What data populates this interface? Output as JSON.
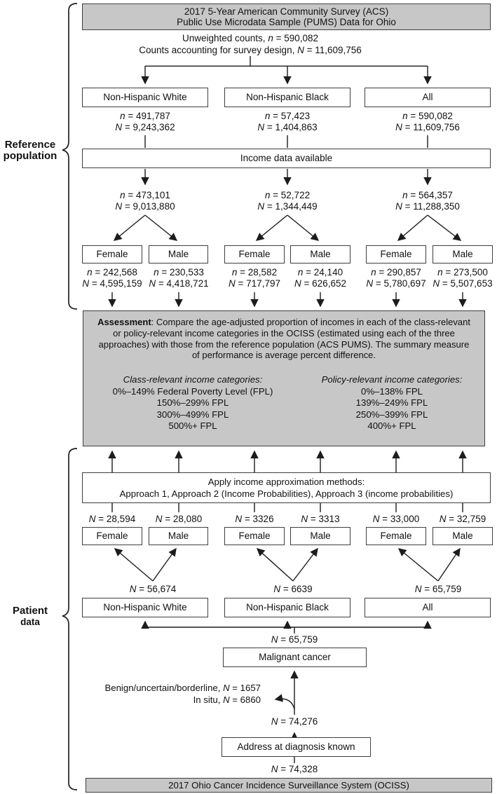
{
  "side_labels": {
    "reference_line1": "Reference",
    "reference_line2": "population",
    "patient_line1": "Patient",
    "patient_line2": "data"
  },
  "title_box": {
    "line1": "2017 5-Year American Community Survey (ACS)",
    "line2": "Public Use Microdata Sample (PUMS) Data for Ohio"
  },
  "counts": {
    "line1_text": "Unweighted counts, ",
    "line1_stat": "n = 590,082",
    "line2_text": "Counts accounting for survey design, ",
    "line2_stat": "N = 11,609,756"
  },
  "reference": {
    "income_box": "Income data available",
    "groups": [
      {
        "label": "Non-Hispanic White",
        "n": "n = 491,787",
        "N": "N = 9,243,362",
        "income_n": "n = 473,101",
        "income_N": "N = 9,013,880",
        "female": {
          "label": "Female",
          "n": "n = 242,568",
          "N": "N = 4,595,159"
        },
        "male": {
          "label": "Male",
          "n": "n = 230,533",
          "N": "N = 4,418,721"
        }
      },
      {
        "label": "Non-Hispanic Black",
        "n": "n = 57,423",
        "N": "N = 1,404,863",
        "income_n": "n = 52,722",
        "income_N": "N = 1,344,449",
        "female": {
          "label": "Female",
          "n": "n = 28,582",
          "N": "N = 717,797"
        },
        "male": {
          "label": "Male",
          "n": "n = 24,140",
          "N": "N = 626,652"
        }
      },
      {
        "label": "All",
        "n": "n = 590,082",
        "N": "N = 11,609,756",
        "income_n": "n = 564,357",
        "income_N": "N = 11,288,350",
        "female": {
          "label": "Female",
          "n": "n = 290,857",
          "N": "N = 5,780,697"
        },
        "male": {
          "label": "Male",
          "n": "n = 273,500",
          "N": "N = 5,507,653"
        }
      }
    ]
  },
  "assessment": {
    "bold": "Assessment",
    "text": ": Compare the age-adjusted proportion of incomes in each of the class-relevant or policy-relevant income categories in the OCISS (estimated using each of the three approaches) with those from the reference population (ACS PUMS). The summary measure of performance is average percent difference.",
    "class_header": "Class-relevant income categories:",
    "class_items": [
      "0%–149% Federal Poverty Level (FPL)",
      "150%–299% FPL",
      "300%–499% FPL",
      "500%+ FPL"
    ],
    "policy_header": "Policy-relevant income categories:",
    "policy_items": [
      "0%–138% FPL",
      "139%–249% FPL",
      "250%–399% FPL",
      "400%+ FPL"
    ]
  },
  "patient": {
    "apply_box": {
      "line1": "Apply income approximation methods:",
      "line2": "Approach 1, Approach 2 (Income Probabilities), Approach 3 (income probabilities)"
    },
    "groups": [
      {
        "label": "Non-Hispanic White",
        "female_label": "Female",
        "male_label": "Male",
        "female_N": "N = 28,594",
        "male_N": "N = 28,080",
        "combined_N": "N = 56,674"
      },
      {
        "label": "Non-Hispanic Black",
        "female_label": "Female",
        "male_label": "Male",
        "female_N": "N = 3326",
        "male_N": "N = 3313",
        "combined_N": "N = 6639"
      },
      {
        "label": "All",
        "female_label": "Female",
        "male_label": "Male",
        "female_N": "N = 33,000",
        "male_N": "N = 32,759",
        "combined_N": "N = 65,759"
      }
    ],
    "chain": {
      "malignant_N": "N = 65,759",
      "malignant_box": "Malignant cancer",
      "excluded_line1_text": "Benign/uncertain/borderline, ",
      "excluded_line1_stat": "N = 1657",
      "excluded_line2_text": "In situ, ",
      "excluded_line2_stat": "N = 6860",
      "address_N": "N = 74,276",
      "address_box": "Address at diagnosis known",
      "source_N": "N = 74,328",
      "source_box": "2017 Ohio Cancer Incidence Surveillance System (OCISS)"
    }
  },
  "colors": {
    "gray_fill": "#c7c7c7",
    "border": "#3e3e3e",
    "line": "#1c1c1c"
  }
}
